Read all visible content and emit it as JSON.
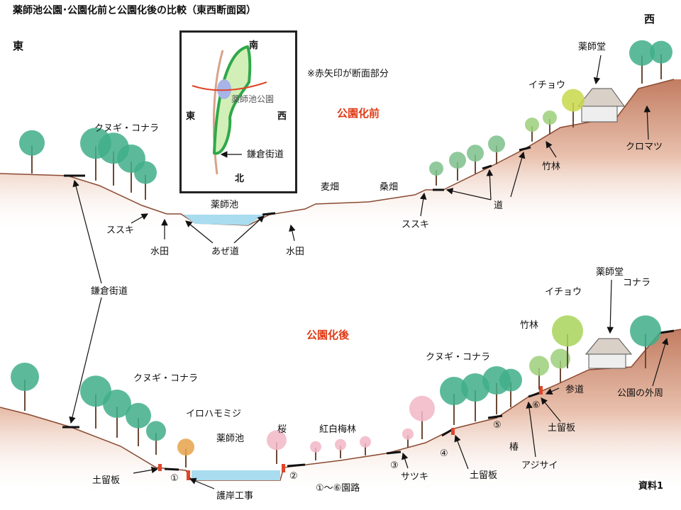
{
  "title": "薬師池公園･公園化前と公園化後の比較（東西断面図）",
  "directions": {
    "east": "東",
    "west": "西"
  },
  "note": "※赤矢印が断面部分",
  "map": {
    "south": "南",
    "north": "北",
    "east": "東",
    "west": "西",
    "park": "薬師池公園",
    "road": "鎌倉街道"
  },
  "before": {
    "heading": "公園化前",
    "labels": {
      "kunugi_konara": "クヌギ・コナラ",
      "yakushido": "薬師堂",
      "icho": "イチョウ",
      "kuromatsu": "クロマツ",
      "chikurin": "竹林",
      "mugibatake": "麦畑",
      "kuwabatake": "桑畑",
      "michi": "道",
      "yakushiike": "薬師池",
      "susuki_east": "ススキ",
      "susuki_west": "ススキ",
      "suiden_1": "水田",
      "azemichi": "あぜ道",
      "suiden_2": "水田"
    }
  },
  "kamakura_kaido": "鎌倉街道",
  "after": {
    "heading": "公園化後",
    "labels": {
      "yakushido": "薬師堂",
      "icho": "イチョウ",
      "konara": "コナラ",
      "chikurin": "竹林",
      "kunugi_konara_west": "クヌギ・コナラ",
      "kunugi_konara_east": "クヌギ・コナラ",
      "sando": "参道",
      "park_perimeter": "公園の外周",
      "iroha_momiji": "イロハモミジ",
      "sakura": "桜",
      "kouhaku_bairin": "紅白梅林",
      "yakushiike": "薬師池",
      "path6": "⑥",
      "dodomeita_1": "土留板",
      "path5": "⑤",
      "tsubaki": "椿",
      "path4": "④",
      "ajisai": "アジサイ",
      "path3": "③",
      "satsuki": "サツキ",
      "dodomeita_2": "土留板",
      "dodomeita_3": "土留板",
      "path1": "①",
      "path2": "②",
      "paths_legend": "①～⑥園路",
      "gogan": "護岸工事"
    }
  },
  "doc_label": "資料1",
  "colors": {
    "heading": "#e03a14",
    "ground": "#c98a70",
    "tree": "#3fae8a",
    "water": "#a9dcef",
    "park_green": "#2fa84a"
  }
}
